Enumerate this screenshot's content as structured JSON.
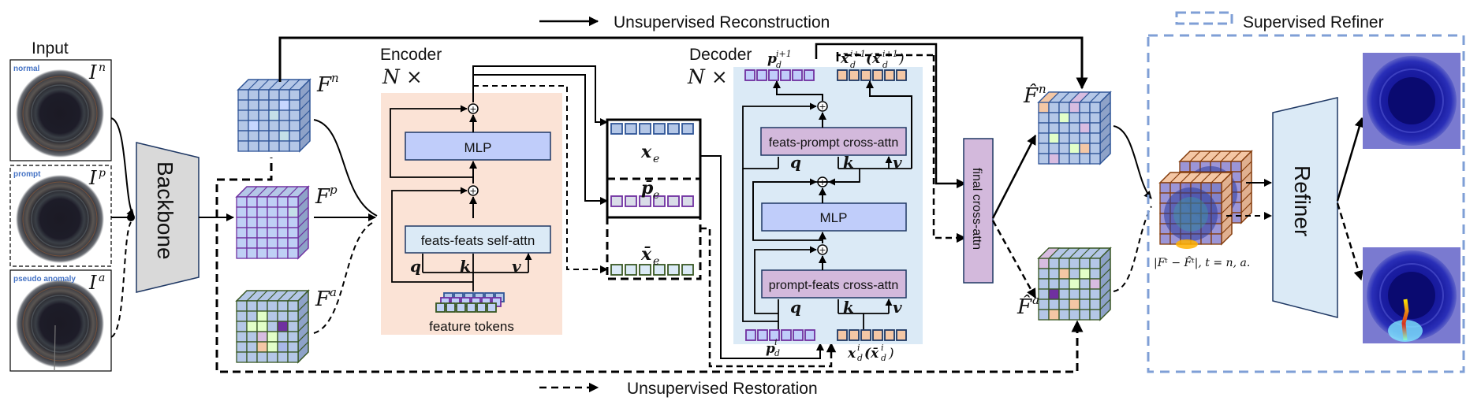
{
  "legend": {
    "reconstruction": "Unsupervised Reconstruction",
    "restoration": "Unsupervised Restoration",
    "refiner": "Supervised Refiner"
  },
  "input": {
    "title": "Input",
    "images": [
      {
        "tag": "normal",
        "symbol": "I",
        "sup": "n",
        "style": "solid"
      },
      {
        "tag": "prompt",
        "symbol": "I",
        "sup": "p",
        "style": "dashed"
      },
      {
        "tag": "pseudo anomaly",
        "symbol": "I",
        "sup": "a",
        "style": "solid"
      }
    ]
  },
  "backbone": {
    "label": "Backbone"
  },
  "features": [
    {
      "symbol": "F",
      "sup": "n"
    },
    {
      "symbol": "F",
      "sup": "p"
    },
    {
      "symbol": "F",
      "sup": "a"
    }
  ],
  "encoder": {
    "title": "Encoder",
    "repeat": "N ×",
    "mlp": "MLP",
    "attn": "feats-feats self-attn",
    "q": "q",
    "k": "k",
    "v": "v",
    "tokens": "feature tokens"
  },
  "enc_outputs": {
    "x": "x",
    "x_sub": "e",
    "p": "p̄",
    "p_sub": "e",
    "xbar": "x̄",
    "xbar_sub": "e"
  },
  "decoder": {
    "title": "Decoder",
    "repeat": "N ×",
    "top_attn": "feats-prompt cross-attn",
    "mlp": "MLP",
    "bottom_attn": "prompt-feats cross-attn",
    "q": "q",
    "k": "k",
    "v": "v",
    "p_out": "p",
    "p_out_sup": "i+1",
    "p_out_sub": "d",
    "x_out": "x̄",
    "x_out_sup": "i+1",
    "x_out_sub": "d",
    "x_out_paren": "(x̄",
    "p_in": "p",
    "p_in_sup": "i",
    "p_in_sub": "d",
    "x_in": "x",
    "x_in_sup": "i",
    "x_in_sub": "d",
    "x_in_paren": "(x̄"
  },
  "final": {
    "label": "final cross-attn"
  },
  "recon": [
    {
      "symbol": "F̂",
      "sup": "n"
    },
    {
      "symbol": "F̂",
      "sup": "a"
    }
  ],
  "diff": {
    "formula": "|F",
    "formula_full": "|Fᵗ − F̂ᵗ|, t = n, a."
  },
  "refiner": {
    "label": "Refiner"
  },
  "colors": {
    "encoder_bg": "#fbe3d6",
    "decoder_bg": "#dbeaf6",
    "mlp": "#c0cdfa",
    "attn_self": "#dbeaf6",
    "attn_cross": "#d3b9dc",
    "final": "#d3b9dc",
    "cube_face": "#b4c7e7",
    "cube_n": "#2f5597",
    "cube_p": "#7030a0",
    "cube_a": "#385723",
    "token_orange": "#f4c7a5",
    "refiner_fill": "#dbeaf6",
    "refiner_border": "#7f9fd6",
    "backbone_fill": "#d9d9d9"
  }
}
